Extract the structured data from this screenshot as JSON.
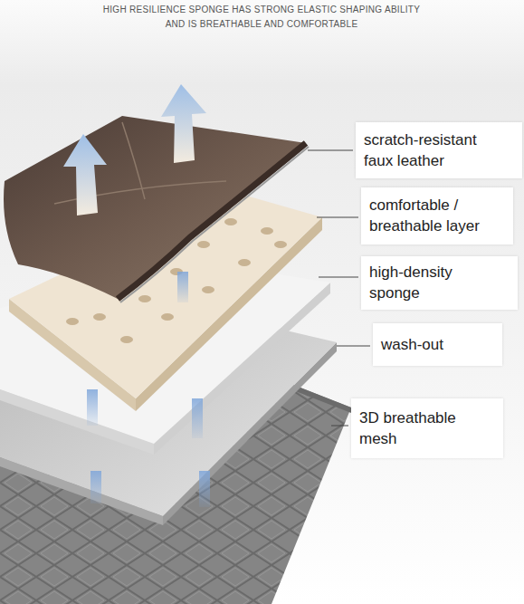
{
  "diagram": {
    "title": "HIGH RESILIENCE SPONGE HAS STRONG ELASTIC SHAPING ABILITY AND IS BREATHABLE AND COMFORTABLE",
    "nodes": [
      {
        "text": [
          "scratch-resistant faux leather"
        ]
      },
      {
        "text": [
          "comfortable / breathable layer"
        ]
      },
      {
        "text": [
          "high-density sponge"
        ]
      },
      {
        "text": [
          "wash-out"
        ]
      },
      {
        "text": [
          "3D breathable mesh"
        ]
      }
    ]
  }
}
